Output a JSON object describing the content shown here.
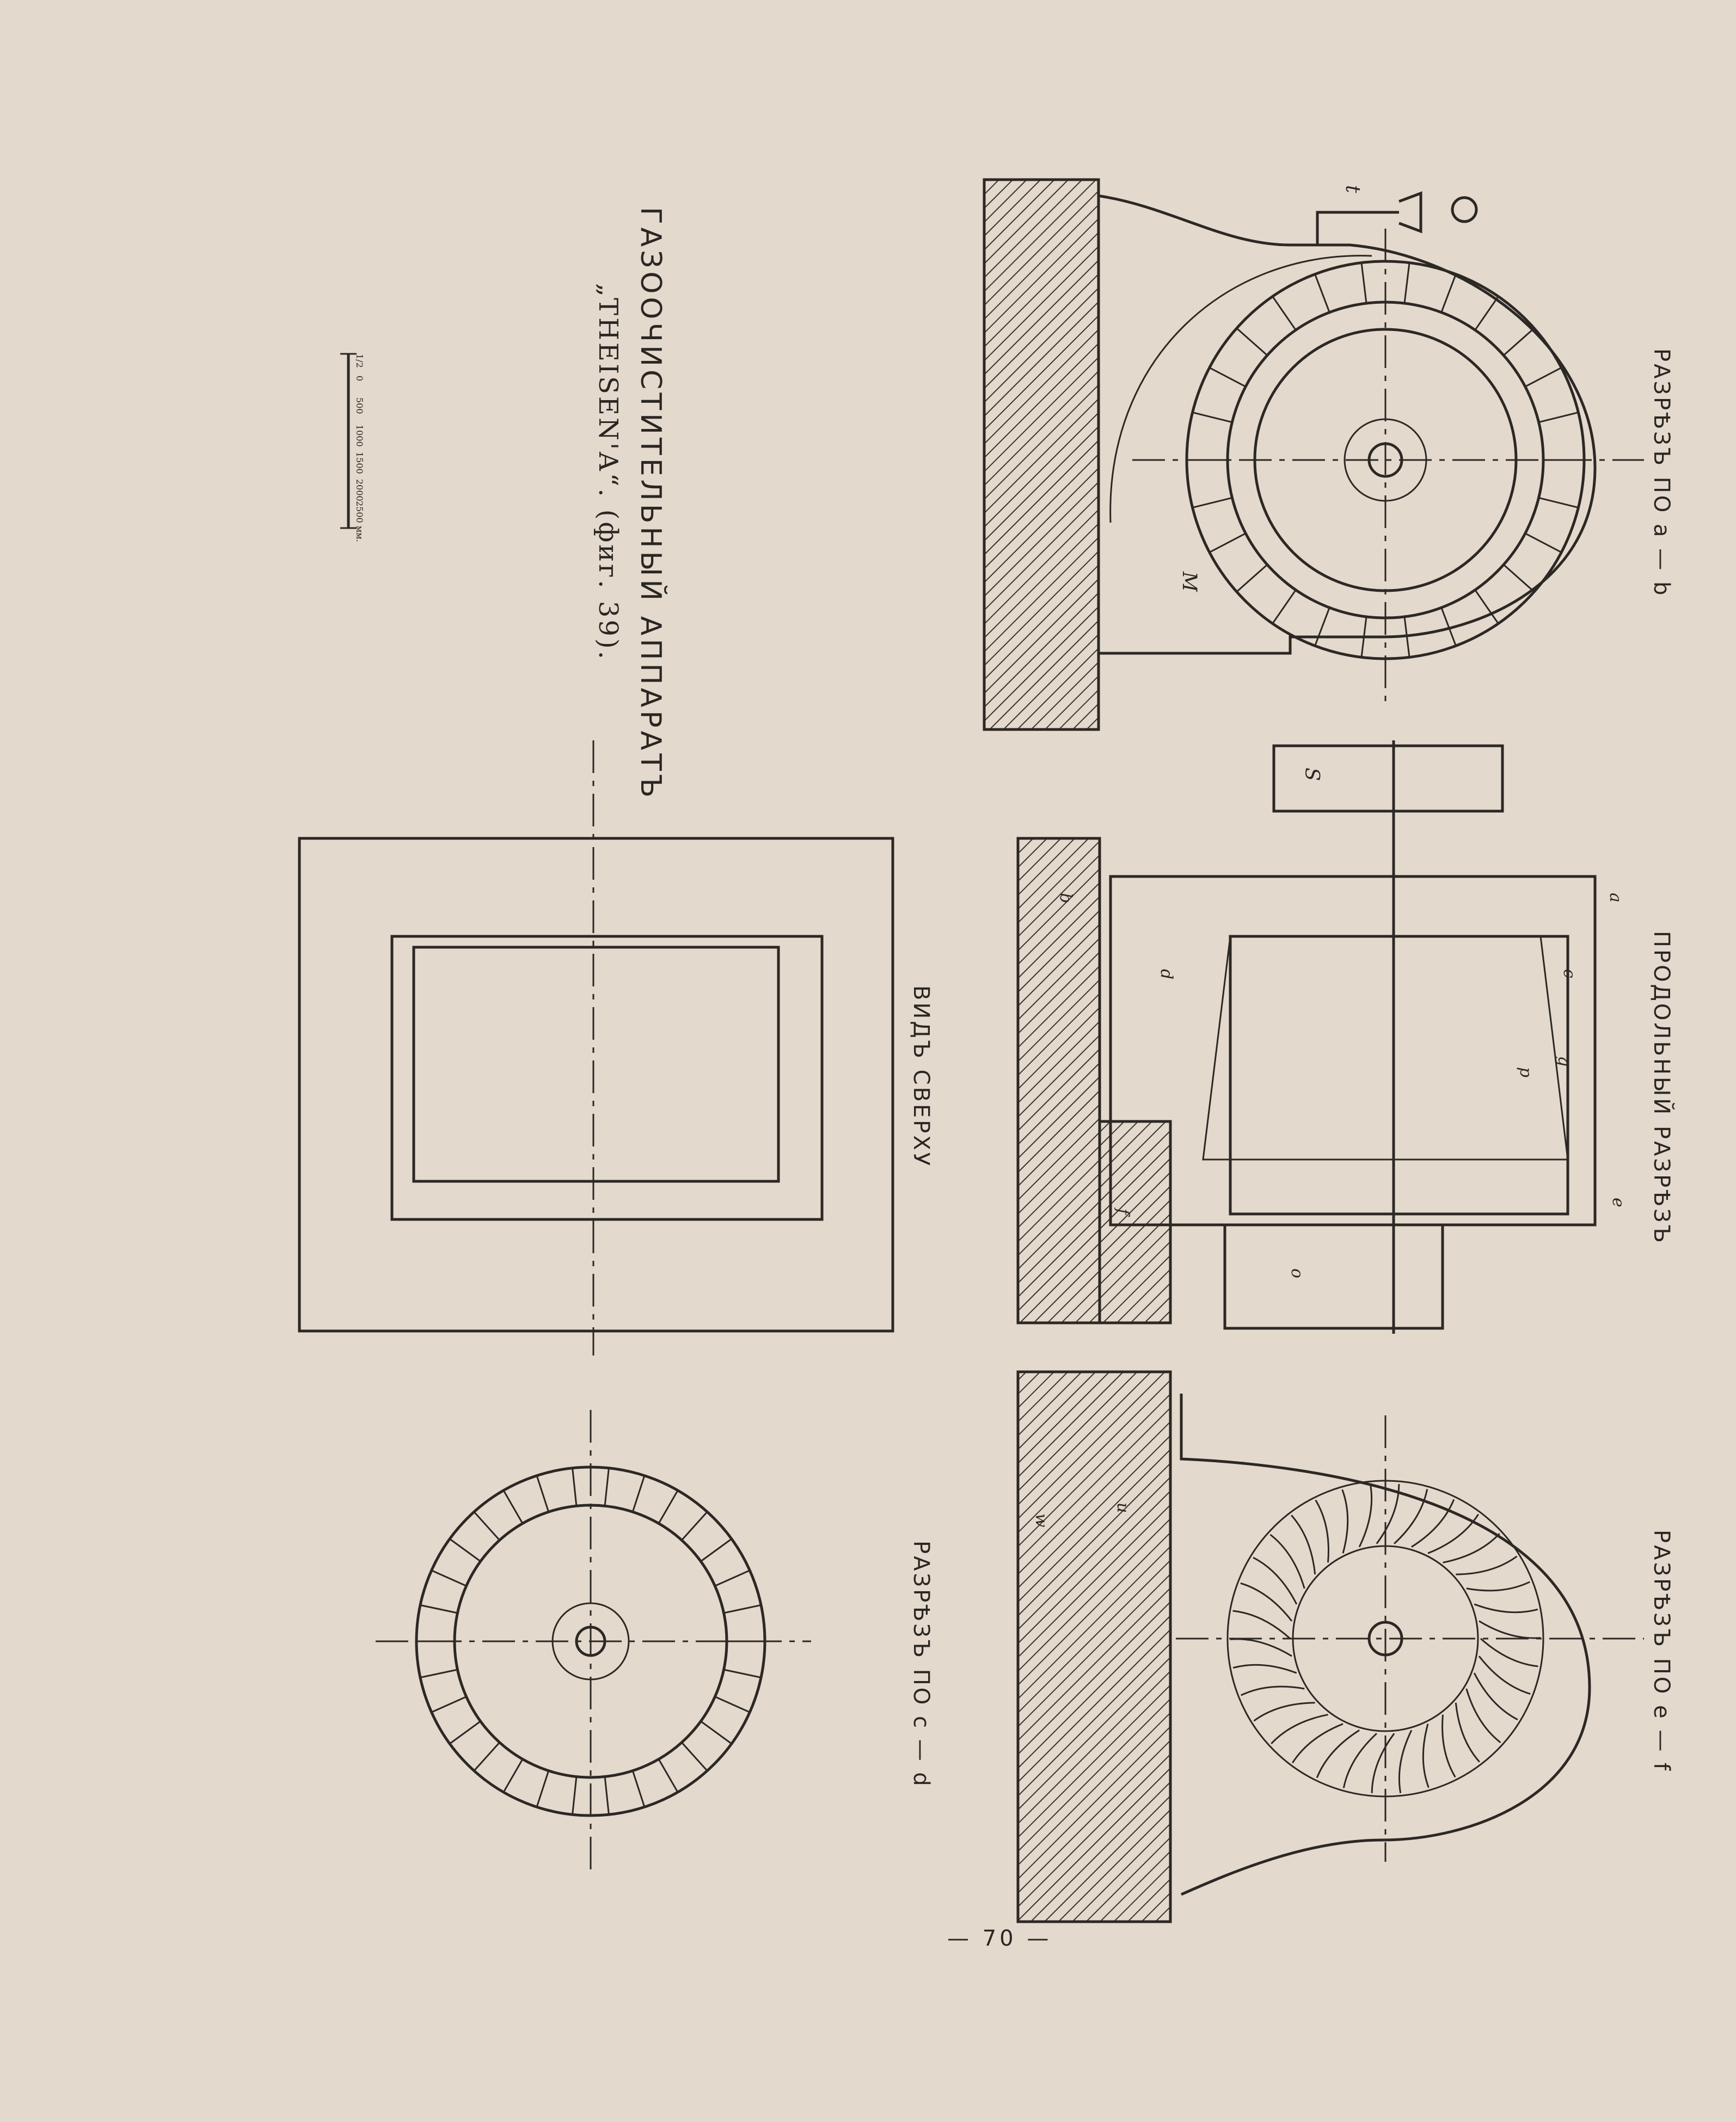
{
  "title": {
    "line1": "ГАЗООЧИСТИТЕЛЬНЫЙ АППАРАТЪ",
    "line2": "„THEISEN'A“. (фиг. 39)."
  },
  "views": {
    "section_ab": "РАЗРѢЗЪ ПО а — b",
    "section_longitudinal": "ПРОДОЛЬНЫЙ РАЗРѢЗЪ",
    "section_ef": "РАЗРѢЗЪ ПО е — f",
    "top_view": "ВИДЪ СВЕРХУ",
    "section_cd": "РАЗРѢЗЪ ПО с — d"
  },
  "letters": {
    "t": "t",
    "m": "M",
    "s": "S",
    "a": "a",
    "b": "b",
    "c": "c",
    "d": "d",
    "e": "e",
    "f": "f",
    "p": "p",
    "g": "g",
    "o": "o",
    "w": "w",
    "u": "u"
  },
  "scale_bar": {
    "ticks": [
      "1/2",
      "0",
      "500",
      "1000",
      "1500",
      "2000",
      "2500 мм."
    ]
  },
  "page_number": "— 70 —"
}
